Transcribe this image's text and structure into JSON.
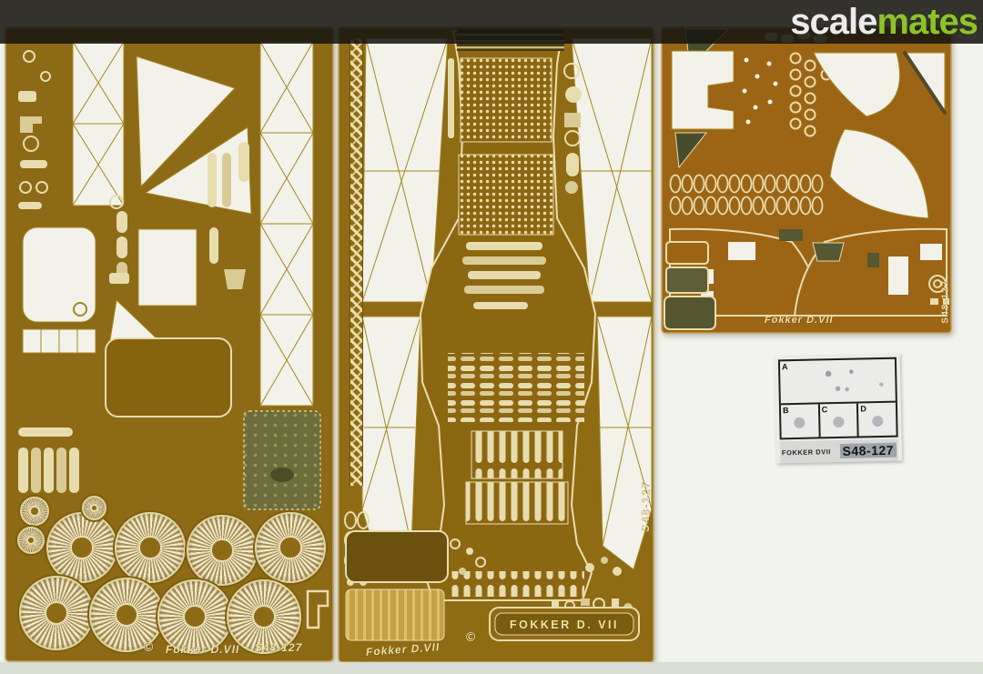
{
  "watermark": {
    "scale": "scale",
    "mates": "mates"
  },
  "frets": {
    "left": {
      "name": "Fokker D.VII",
      "number": "S48-127",
      "copyright": "©"
    },
    "middle": {
      "name": "Fokker D.VII",
      "number": "S48-127",
      "copyright": "©",
      "plate": "FOKKER D. VII"
    },
    "right": {
      "name": "Fokker D.VII",
      "number": "S48-127"
    }
  },
  "film_card": {
    "cells": [
      "A",
      "B",
      "C",
      "D"
    ],
    "title": "FOKKER DVII",
    "number": "S48-127"
  },
  "colors": {
    "background": "#f2f2ee",
    "brass_left": "#8d6a16",
    "brass_middle": "#8f6b13",
    "brass_right": "#9c6515",
    "etch_cream": "#ecdfa8",
    "cutout_white": "#f3f2ea",
    "watermark_band": "#16150f",
    "watermark_green": "#8cc427",
    "dark_green_part": "#474d2c",
    "film_card_bg": "#ebebe9",
    "bottom_strip": "#d8ddd3"
  }
}
